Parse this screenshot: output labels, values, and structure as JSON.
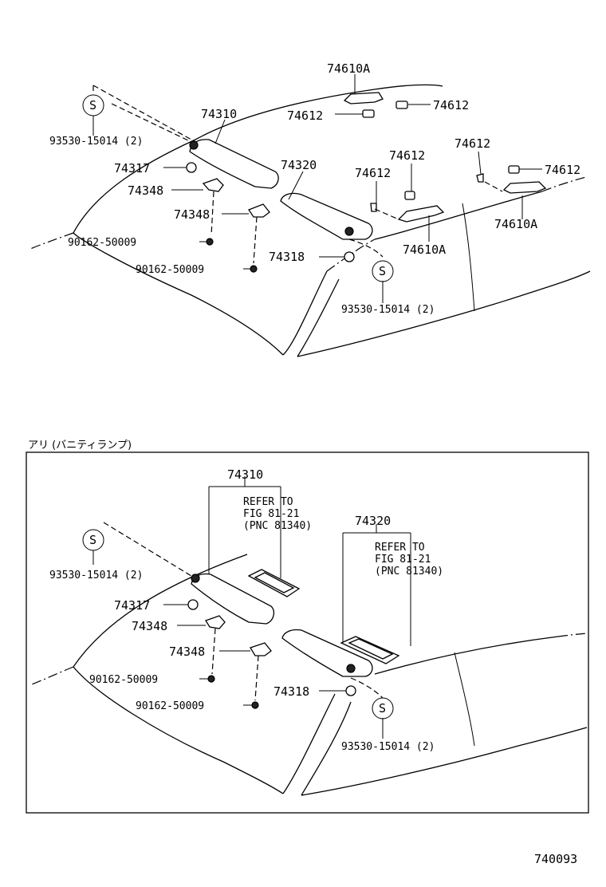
{
  "top": {
    "labels": {
      "p74610A_a": "74610A",
      "p74612_a": "74612",
      "p74612_b": "74612",
      "p74310": "74310",
      "p74612_c": "74612",
      "p74612_d": "74612",
      "p74612_e": "74612",
      "p74612_f": "74612",
      "p74317": "74317",
      "p74320": "74320",
      "p74348_a": "74348",
      "p74348_b": "74348",
      "p74610A_b": "74610A",
      "p74610A_c": "74610A",
      "p90162_a": "90162-50009",
      "p90162_b": "90162-50009",
      "p74318": "74318",
      "p93530_a": "93530-15014 (2)",
      "p93530_b": "93530-15014 (2)",
      "s_a": "S",
      "s_b": "S"
    }
  },
  "bottom": {
    "section_title": "アリ (バニティランプ)",
    "labels": {
      "p74310": "74310",
      "p74320": "74320",
      "refer1_l1": "REFER TO",
      "refer1_l2": "FIG 81-21",
      "refer1_l3": "(PNC 81340)",
      "refer2_l1": "REFER TO",
      "refer2_l2": "FIG 81-21",
      "refer2_l3": "(PNC 81340)",
      "p74317": "74317",
      "p74348_a": "74348",
      "p74348_b": "74348",
      "p90162_a": "90162-50009",
      "p90162_b": "90162-50009",
      "p74318": "74318",
      "p93530_a": "93530-15014 (2)",
      "p93530_b": "93530-15014 (2)",
      "s_a": "S",
      "s_b": "S"
    }
  },
  "footer": {
    "diagram_code": "740093"
  }
}
